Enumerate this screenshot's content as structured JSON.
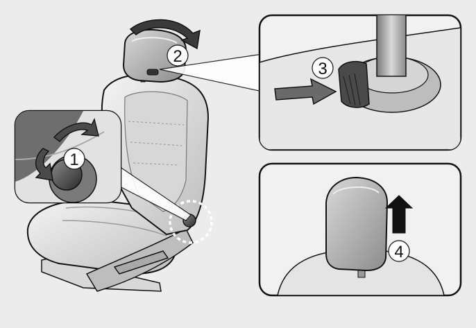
{
  "colors": {
    "background": "#ececec",
    "panel_fill": "#f1f1f1",
    "outline": "#111111",
    "seat_light": "#e6e6e6",
    "seat_mid": "#cfcfcf",
    "seat_dark": "#8e8e8e",
    "arrow_fill": "#5a5a5a",
    "arrow_dark": "#222222"
  },
  "steps": [
    {
      "label": "1"
    },
    {
      "label": "2"
    },
    {
      "label": "3"
    },
    {
      "label": "4"
    }
  ],
  "icons": {
    "recline_knob": "rotate-arrows-icon",
    "headrest_tilt": "curved-arrow-icon",
    "release_button_push": "push-arrow-icon",
    "headrest_remove": "up-arrow-icon"
  }
}
